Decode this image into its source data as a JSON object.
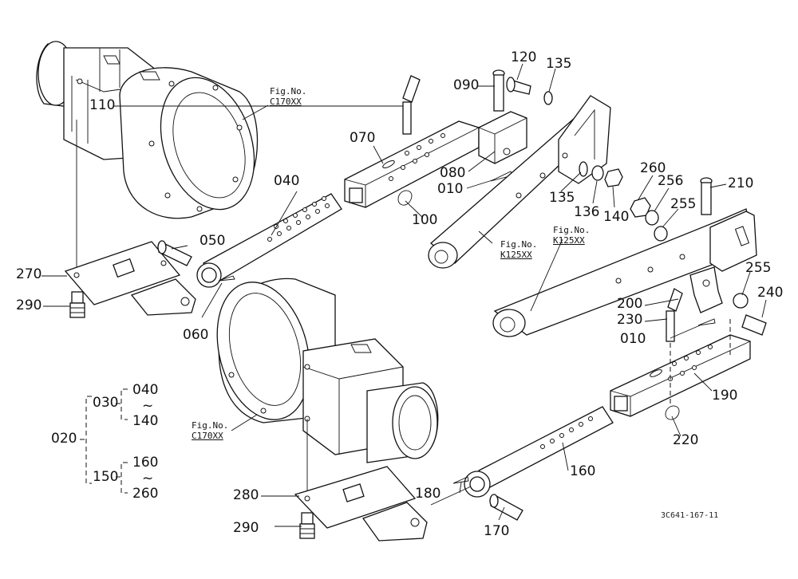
{
  "diagram": {
    "part_labels": {
      "p010a": "010",
      "p010b": "010",
      "p020": "020",
      "p030": "030",
      "p040": "040",
      "p040b": "040",
      "p050": "050",
      "p060": "060",
      "p070": "070",
      "p080": "080",
      "p090": "090",
      "p100": "100",
      "p110": "110",
      "p120": "120",
      "p135a": "135",
      "p135b": "135",
      "p136": "136",
      "p140": "140",
      "p140b": "140",
      "p150": "150",
      "p160": "160",
      "p160b": "160",
      "p170": "170",
      "p180": "180",
      "p190": "190",
      "p200": "200",
      "p210": "210",
      "p220": "220",
      "p230": "230",
      "p240": "240",
      "p255a": "255",
      "p255b": "255",
      "p256": "256",
      "p260": "260",
      "p260b": "260",
      "p270": "270",
      "p280": "280",
      "p290a": "290",
      "p290b": "290"
    },
    "tilde": "~",
    "fig_refs": {
      "fig1": {
        "prefix": "Fig.No.",
        "code": "C170XX"
      },
      "fig2": {
        "prefix": "Fig.No.",
        "code": "K125XX"
      },
      "fig3": {
        "prefix": "Fig.No.",
        "code": "K125XX"
      },
      "fig4": {
        "prefix": "Fig.No.",
        "code": "C170XX"
      }
    },
    "drawing_code": "3C641-167-11"
  }
}
